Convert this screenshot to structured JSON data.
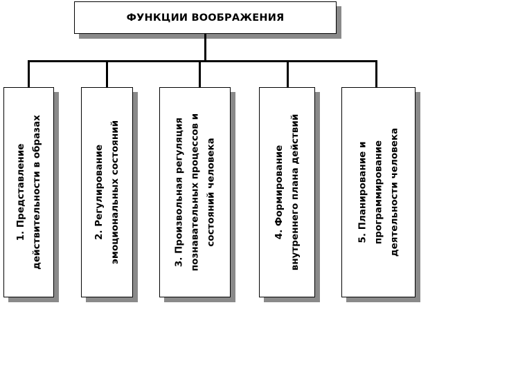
{
  "diagram": {
    "title": "ФУНКЦИИ ВООБРАЖЕНИЯ",
    "functions": [
      {
        "lines": [
          "1. Представление",
          "действительности в образах"
        ]
      },
      {
        "lines": [
          "2. Регулирование",
          "эмоциональных состояний"
        ]
      },
      {
        "lines": [
          "3. Произвольная регуляция",
          "познавательных процессов и",
          "состояний человека"
        ]
      },
      {
        "lines": [
          "4. Формирование",
          "внутреннего плана действий"
        ]
      },
      {
        "lines": [
          "5. Планирование и",
          "программирование",
          "деятельности человека"
        ]
      }
    ]
  }
}
